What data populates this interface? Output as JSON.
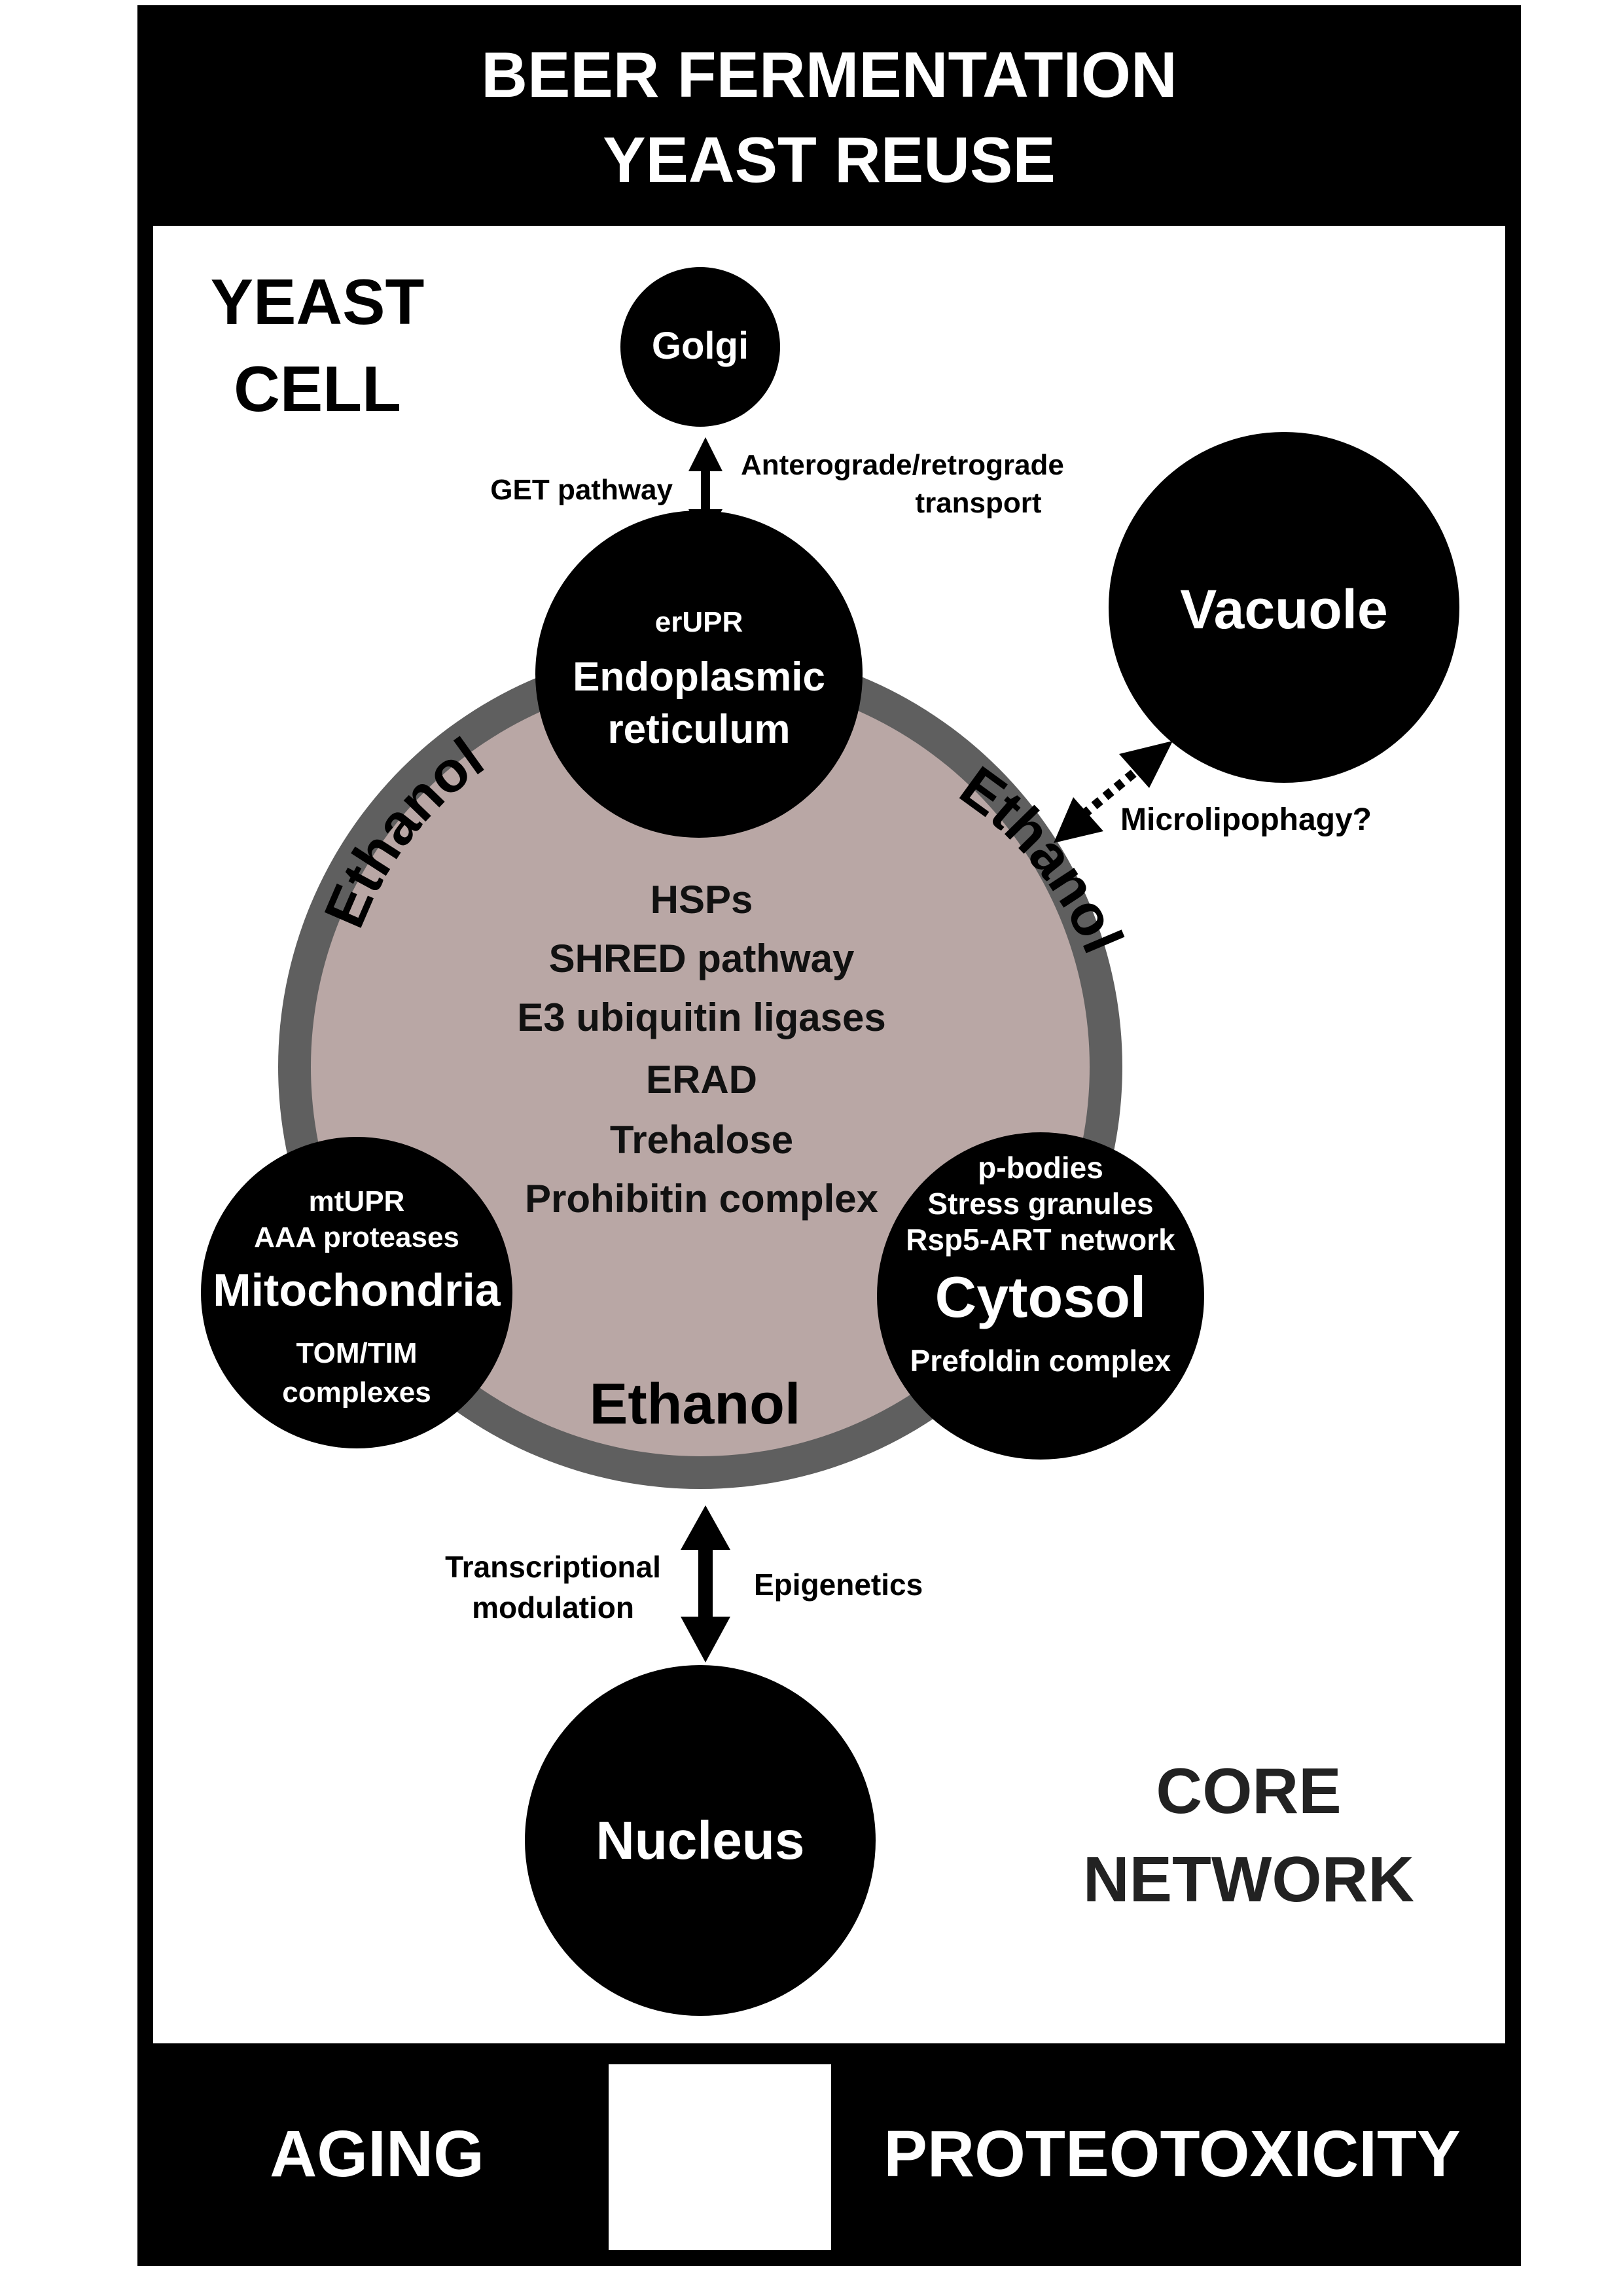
{
  "header": {
    "line1": "BEER FERMENTATION",
    "line2": "YEAST REUSE"
  },
  "corner_labels": {
    "yeast_cell_line1": "YEAST",
    "yeast_cell_line2": "CELL",
    "core_network_line1": "CORE",
    "core_network_line2": "NETWORK"
  },
  "footer": {
    "aging": "AGING",
    "proteotoxicity": "PROTEOTOXICITY"
  },
  "organelles": {
    "golgi": "Golgi",
    "vacuole": "Vacuole",
    "nucleus": "Nucleus",
    "er": {
      "tag": "erUPR",
      "name_line1": "Endoplasmic",
      "name_line2": "reticulum"
    },
    "mitochondria": {
      "tag1": "mtUPR",
      "tag2": "AAA proteases",
      "name": "Mitochondria",
      "sub1": "TOM/TIM",
      "sub2": "complexes"
    },
    "cytosol": {
      "tag1": "p-bodies",
      "tag2": "Stress granules",
      "tag3": "Rsp5-ART network",
      "name": "Cytosol",
      "sub": "Prefoldin complex"
    }
  },
  "core_items": [
    "HSPs",
    "SHRED pathway",
    "E3 ubiquitin ligases",
    "ERAD",
    "Trehalose",
    "Prohibitin complex"
  ],
  "ethanol": {
    "left": "Ethanol",
    "right": "Ethanol",
    "bottom": "Ethanol"
  },
  "arrows": {
    "golgi_er_left": "GET pathway",
    "golgi_er_right_line1": "Anterograde/retrograde",
    "golgi_er_right_line2": "transport",
    "vacuole_link": "Microlipophagy?",
    "nucleus_left_line1": "Transcriptional",
    "nucleus_left_line2": "modulation",
    "nucleus_right": "Epigenetics"
  },
  "colors": {
    "black": "#000000",
    "ring_gray": "#5f5f5f",
    "core_fill": "#b9a7a5",
    "white": "#ffffff"
  }
}
